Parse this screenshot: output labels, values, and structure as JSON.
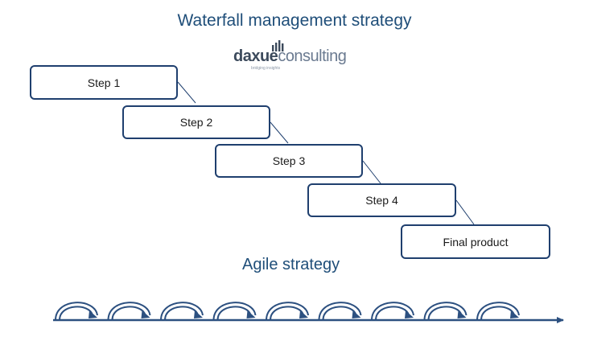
{
  "title": "Waterfall management strategy",
  "logo": {
    "text_dark": "daxue",
    "text_light": "consulting",
    "tagline": "bridging insights"
  },
  "steps": [
    "Step 1",
    "Step 2",
    "Step 3",
    "Step 4",
    "Final product"
  ],
  "agile_title": "Agile strategy",
  "agile_cycle_count": 9,
  "colors": {
    "title": "#1f4e79",
    "box_border": "#1f3f6e",
    "connector": "#1f3f6e",
    "agile": "#2c5080"
  }
}
